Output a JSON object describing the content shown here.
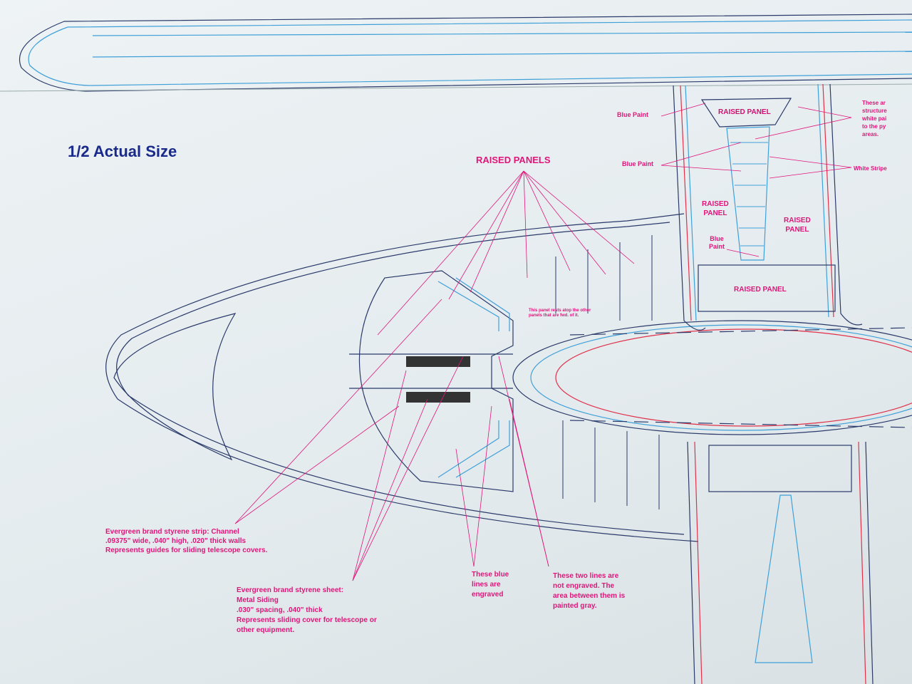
{
  "title": "1/2 Actual Size",
  "labels": {
    "raised_panels": "RAISED PANELS",
    "blue_paint_1": "Blue Paint",
    "blue_paint_2": "Blue Paint",
    "blue_paint_3": "Blue\nPaint",
    "raised_panel_top": "RAISED PANEL",
    "raised_panel_left": "RAISED\nPANEL",
    "raised_panel_right": "RAISED\nPANEL",
    "raised_panel_bottom": "RAISED PANEL",
    "structure_note": "These ar\nstructure\nwhite pai\nto the py\nareas.",
    "white_stripe": "White Stripe",
    "panel_note": "This panel rests atop the other\npanels that are fwd. of it.",
    "channel_note": "Evergreen brand styrene strip: Channel\n.09375\" wide, .040\" high, .020\" thick walls\nRepresents guides for sliding telescope covers.",
    "sheet_note": "Evergreen brand styrene sheet:\nMetal Siding\n.030\" spacing, .040\" thick\nRepresents sliding cover for telescope or\nother equipment.",
    "blue_lines_note": "These blue\nlines are\nengraved",
    "two_lines_note": "These two lines are\nnot engraved.  The\narea between them is\npainted gray."
  },
  "colors": {
    "annotation": "#e0157a",
    "outline": "#2a3a6a",
    "engraved": "#3fa0d8",
    "red_line": "#e0304a",
    "title": "#1a2a8a"
  }
}
